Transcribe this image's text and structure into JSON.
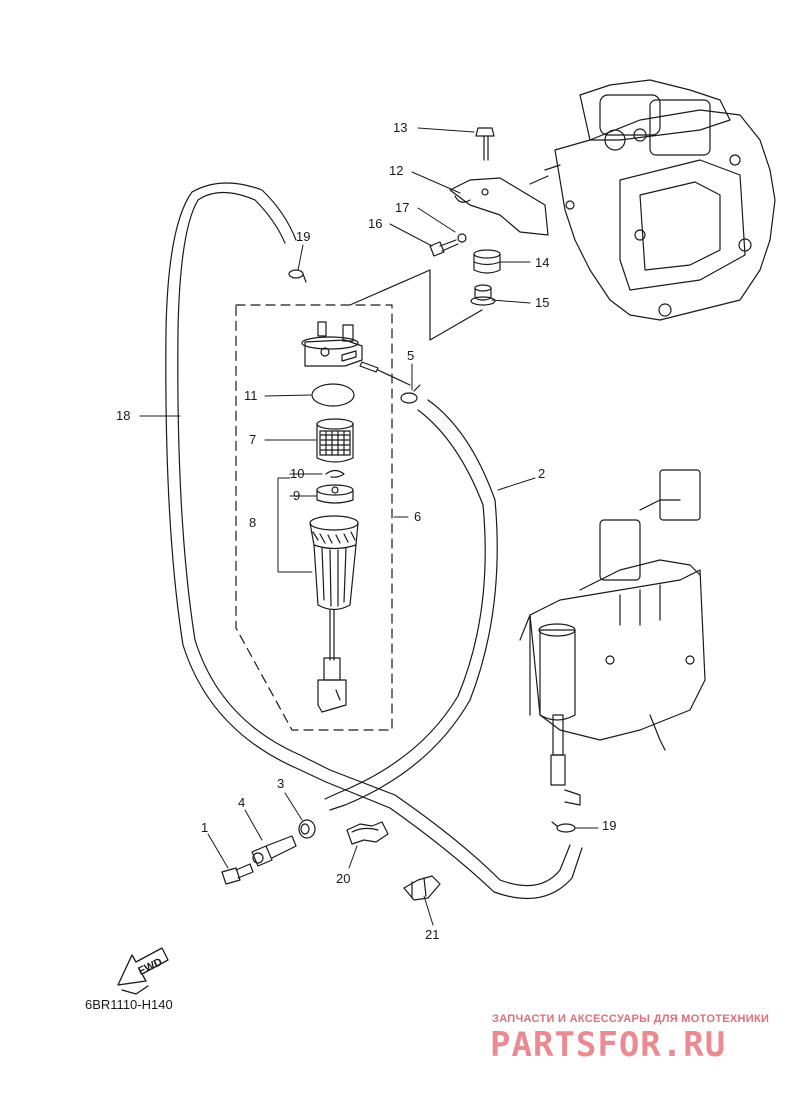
{
  "diagram": {
    "reference_code": "6BR1110-H140",
    "direction_marker": "FWD",
    "part_numbers": [
      "1",
      "2",
      "3",
      "4",
      "5",
      "6",
      "7",
      "8",
      "9",
      "10",
      "11",
      "12",
      "13",
      "14",
      "15",
      "16",
      "17",
      "18",
      "19",
      "19",
      "20",
      "21"
    ]
  },
  "watermark": {
    "caption": "ЗАПЧАСТИ И АКСЕССУАРЫ ДЛЯ МОТОТЕХНИКИ",
    "logo": "PARTSFOR.RU",
    "colors": {
      "caption": "#e06e78",
      "logo": "#ec8a92"
    }
  },
  "colors": {
    "line": "#1a1a1a",
    "background": "#ffffff"
  }
}
